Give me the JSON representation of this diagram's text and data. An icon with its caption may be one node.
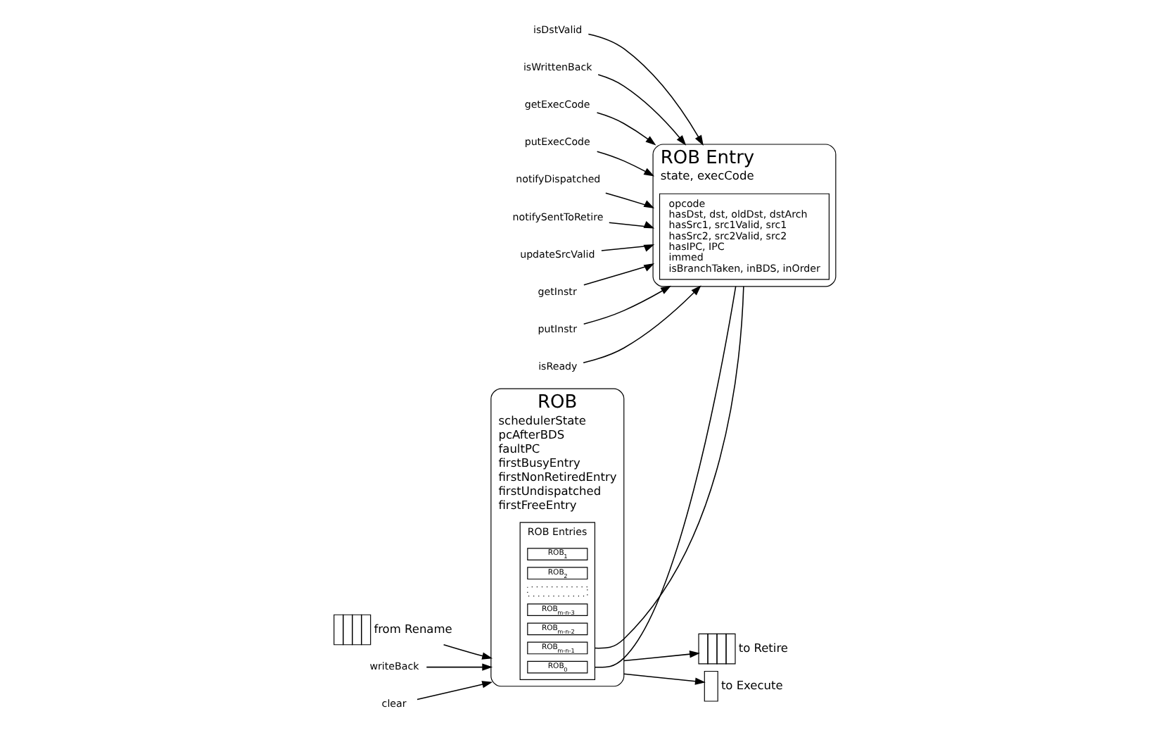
{
  "diagram": {
    "nodes": [
      {
        "text": [
          "ROB",
          "schedulerState",
          "pcAfterBDS",
          "faultPC",
          "firstBusyEntry",
          "firstNonRetiredEntry",
          "firstUndispatched",
          "firstFreeEntry"
        ]
      },
      {
        "text": [
          "ROB Entries"
        ],
        "in": 0
      },
      {
        "text": [
          "ROB$_{0}$"
        ],
        "in": 1
      },
      {
        "text": [
          "ROB$_{1}$"
        ],
        "in": 1
      },
      {
        "text": [
          "ROB$_{2}$"
        ],
        "in": 1
      },
      {
        "text": [],
        "shape": "box",
        "in": 1
      },
      {
        "text": [
          "ROB$_{m-n-3}$"
        ],
        "in": 1
      },
      {
        "text": [
          "ROB$_{m-n-2}$"
        ],
        "in": 1
      },
      {
        "text": [
          "ROB$_{m-n-1}$"
        ],
        "in": 1
      },
      {
        "text": [],
        "shape": "queue",
        "beside": [
          "from Rename"
        ]
      },
      {
        "text": [],
        "shape": "box",
        "beside": [
          "to Execute"
        ]
      },
      {
        "text": [],
        "shape": "queue",
        "beside": [
          "to Retire"
        ]
      },
      {
        "text": [
          "writeBack"
        ]
      },
      {
        "text": [
          "clear"
        ]
      },
      {
        "text": [
          "ROB Entry",
          "state, execCode"
        ]
      },
      {
        "text": [
          "opcode",
          "hasDst, dst, oldDst, dstArch",
          "hasSrc1, src1Valid, src1",
          "hasSrc2, src2Valid, src2",
          "hasIPC, IPC",
          "immed",
          "isBranchTaken, inBDS, inOrder"
        ],
        "in": 14
      },
      {
        "text": [
          "getInstr"
        ]
      },
      {
        "text": [
          "putInstr"
        ]
      },
      {
        "text": [
          "isReady"
        ]
      },
      {
        "text": [
          "isDstValid"
        ]
      },
      {
        "text": [
          "isWrittenBack"
        ]
      },
      {
        "text": [
          "getExecCode"
        ]
      },
      {
        "text": [
          "putExecCode"
        ]
      },
      {
        "text": [
          "notifyDispatched"
        ]
      },
      {
        "text": [
          "notifySentToRetire"
        ]
      },
      {
        "text": [
          "updateSrcValid"
        ]
      }
    ],
    "edges": [
      {
        "from": 9,
        "to": 0,
        "arrow": "to"
      },
      {
        "from": 0,
        "to": 10,
        "arrow": "to"
      },
      {
        "from": 0,
        "to": 11,
        "arrow": "to"
      },
      {
        "from": 12,
        "to": 0,
        "arrow": "to"
      },
      {
        "from": 13,
        "to": 0,
        "arrow": "to"
      },
      {
        "from": 1,
        "to": 14,
        "arrow": "none"
      },
      {
        "from": 1,
        "to": 14,
        "arrow": "none"
      },
      {
        "from": 16,
        "to": 14,
        "arrow": "to"
      },
      {
        "from": 17,
        "to": 14,
        "arrow": "to"
      },
      {
        "from": 18,
        "to": 14,
        "arrow": "to"
      },
      {
        "from": 19,
        "to": 14,
        "arrow": "to"
      },
      {
        "from": 20,
        "to": 14,
        "arrow": "to"
      },
      {
        "from": 21,
        "to": 14,
        "arrow": "to"
      },
      {
        "from": 22,
        "to": 14,
        "arrow": "to"
      },
      {
        "from": 23,
        "to": 14,
        "arrow": "to"
      },
      {
        "from": 24,
        "to": 14,
        "arrow": "to"
      },
      {
        "from": 25,
        "to": 14,
        "arrow": "to"
      }
    ]
  }
}
